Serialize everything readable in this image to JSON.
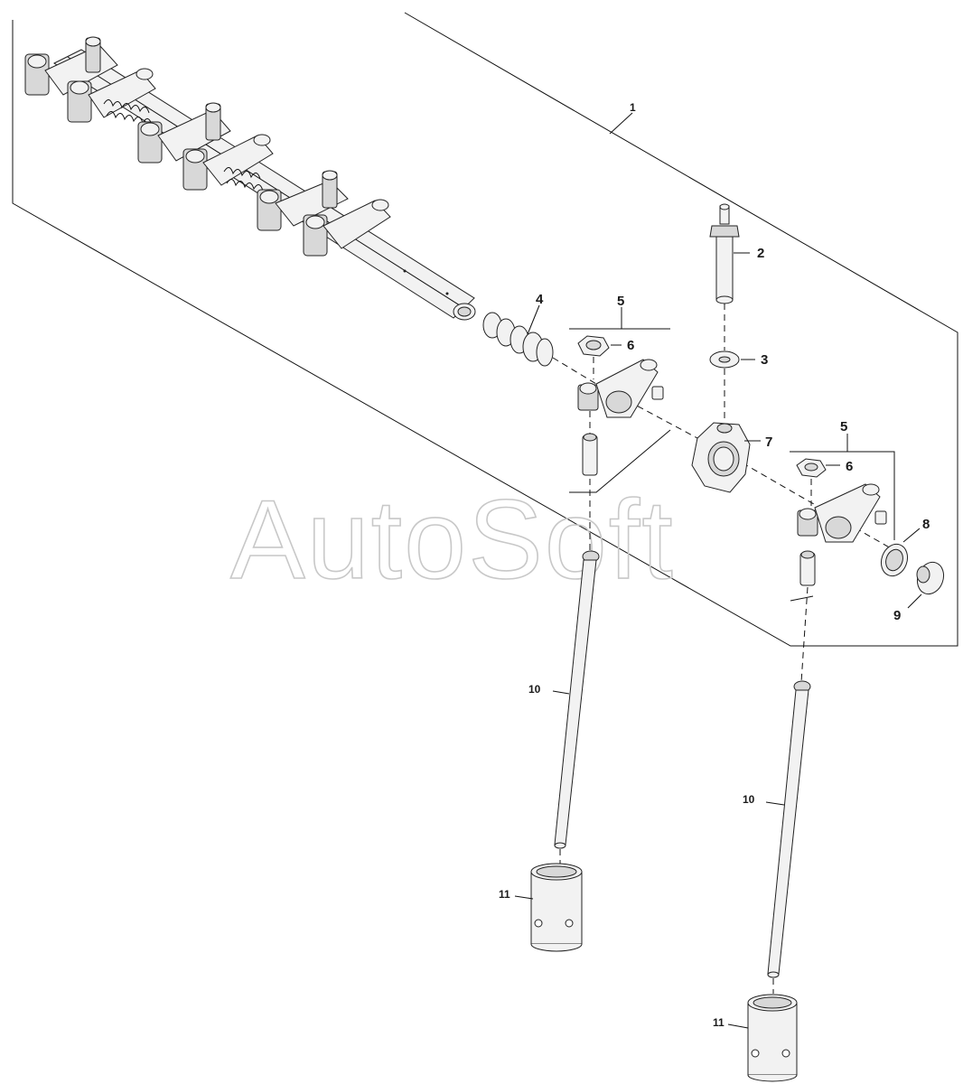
{
  "diagram": {
    "watermark": "AutoSoft",
    "callouts": {
      "assembly": "1",
      "stud": "2",
      "washer": "3",
      "spring": "4",
      "rocker_assembly_left": "5",
      "rocker_assembly_right": "5",
      "nut_left": "6",
      "nut_right": "6",
      "pedestal": "7",
      "gasket": "8",
      "cap": "9",
      "push_rod_left": "10",
      "push_rod_right": "10",
      "tappet_left": "11",
      "tappet_right": "11"
    }
  }
}
